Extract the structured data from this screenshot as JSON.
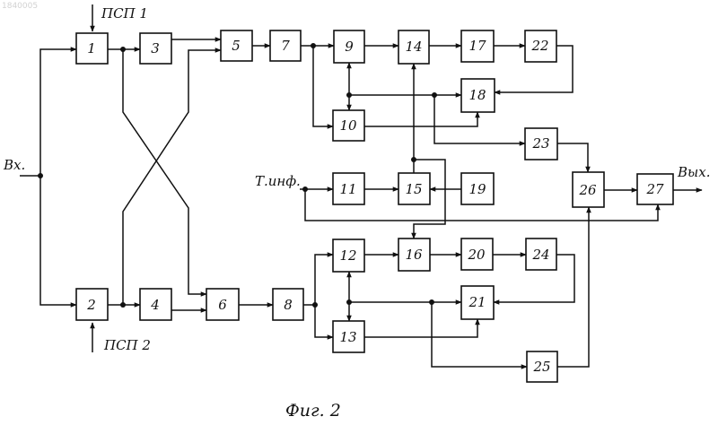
{
  "stamp": "1840005",
  "labels": {
    "input": "Вх.",
    "output": "Вых.",
    "psp1": "ПСП 1",
    "psp2": "ПСП 2",
    "tinf": "Т.инф."
  },
  "caption": "Фиг. 2",
  "blocks": [
    "1",
    "2",
    "3",
    "4",
    "5",
    "6",
    "7",
    "8",
    "9",
    "10",
    "11",
    "12",
    "13",
    "14",
    "15",
    "16",
    "17",
    "18",
    "19",
    "20",
    "21",
    "22",
    "23",
    "24",
    "25",
    "26",
    "27"
  ]
}
